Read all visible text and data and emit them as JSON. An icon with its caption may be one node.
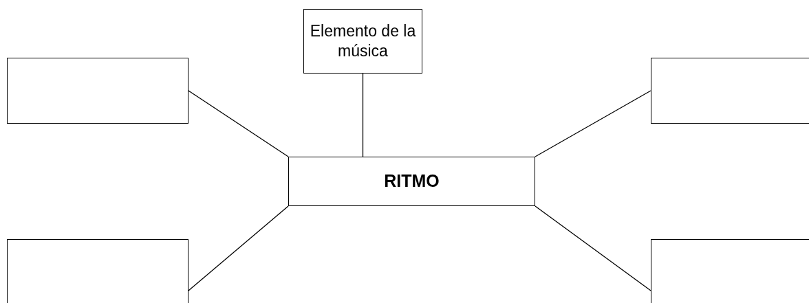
{
  "diagram": {
    "nodes": [
      {
        "text": [
          "Elemento de la música"
        ]
      },
      {
        "text": [],
        "shape": "box"
      },
      {
        "text": [],
        "shape": "box"
      },
      {
        "text": [
          "RITMO"
        ]
      },
      {
        "text": [],
        "shape": "box"
      },
      {
        "text": [],
        "shape": "box"
      }
    ],
    "edges": [
      {
        "from": 3,
        "to": 0,
        "arrow": "none"
      },
      {
        "from": 3,
        "to": 1,
        "arrow": "none"
      },
      {
        "from": 3,
        "to": 2,
        "arrow": "none"
      },
      {
        "from": 3,
        "to": 4,
        "arrow": "none"
      },
      {
        "from": 3,
        "to": 5,
        "arrow": "none"
      }
    ]
  }
}
